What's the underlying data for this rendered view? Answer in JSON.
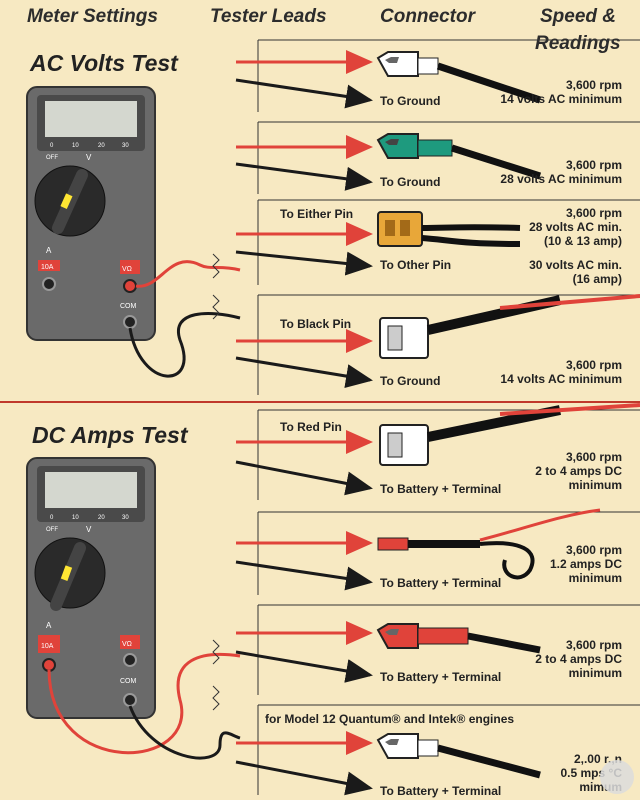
{
  "headers": {
    "meter_settings": "Meter Settings",
    "tester_leads": "Tester Leads",
    "connector": "Connector",
    "speed": "Speed &",
    "readings": "Readings"
  },
  "sections": [
    {
      "title": "AC Volts Test",
      "meter_mode": "10A selected off, V/Ω in red",
      "rows": [
        {
          "red_label": "",
          "black_label": "To Ground",
          "reading": [
            "3,600 rpm",
            "14 volts AC minimum"
          ],
          "connector": "white-spade"
        },
        {
          "red_label": "",
          "black_label": "To Ground",
          "reading": [
            "3,600 rpm",
            "28 volts AC minimum"
          ],
          "connector": "green-spade"
        },
        {
          "red_label": "To Either Pin",
          "black_label": "To Other Pin",
          "reading": [
            "3,600 rpm",
            "28 volts AC min.",
            "(10 & 13 amp)",
            "",
            "30 volts AC min.",
            "(16 amp)"
          ],
          "connector": "yellow-plug"
        },
        {
          "red_label": "To Black Pin",
          "black_label": "To Ground",
          "reading": [
            "3,600 rpm",
            "14 volts AC minimum"
          ],
          "connector": "white-plug"
        }
      ]
    },
    {
      "title": "DC Amps Test",
      "meter_mode": "10A",
      "rows": [
        {
          "red_label": "To Red Pin",
          "black_label": "To Battery + Terminal",
          "reading": [
            "3,600 rpm",
            "2 to 4 amps DC",
            "minimum"
          ],
          "connector": "white-plug"
        },
        {
          "red_label": "",
          "black_label": "To Battery + Terminal",
          "reading": [
            "3,600 rpm",
            "1.2 amps DC",
            "minimum"
          ],
          "connector": "red-inline"
        },
        {
          "red_label": "",
          "black_label": "To Battery + Terminal",
          "reading": [
            "3,600 rpm",
            "2 to 4 amps DC",
            "minimum"
          ],
          "connector": "red-spade"
        },
        {
          "red_label": "for Model 12 Quantum® and Intek® engines",
          "black_label": "To Battery + Terminal",
          "reading": [
            "2,.00 r.,n",
            "0.5 mps °C",
            "mimum"
          ],
          "connector": "white-spade"
        }
      ]
    }
  ],
  "meter": {
    "scale": [
      "0",
      "10",
      "20",
      "30"
    ],
    "off": "OFF",
    "v": "V",
    "a": "A",
    "jack_10a": "10A",
    "jack_vo": "VΩ",
    "jack_com": "COM"
  },
  "colors": {
    "background": "#f7e9c2",
    "red_arrow": "#e0433a",
    "black_arrow": "#1a1a1a",
    "meter_body": "#6a6a6a",
    "separator": "#c0392b",
    "lcd": "#d4d7cf",
    "display_pointer": "#ffe633"
  }
}
